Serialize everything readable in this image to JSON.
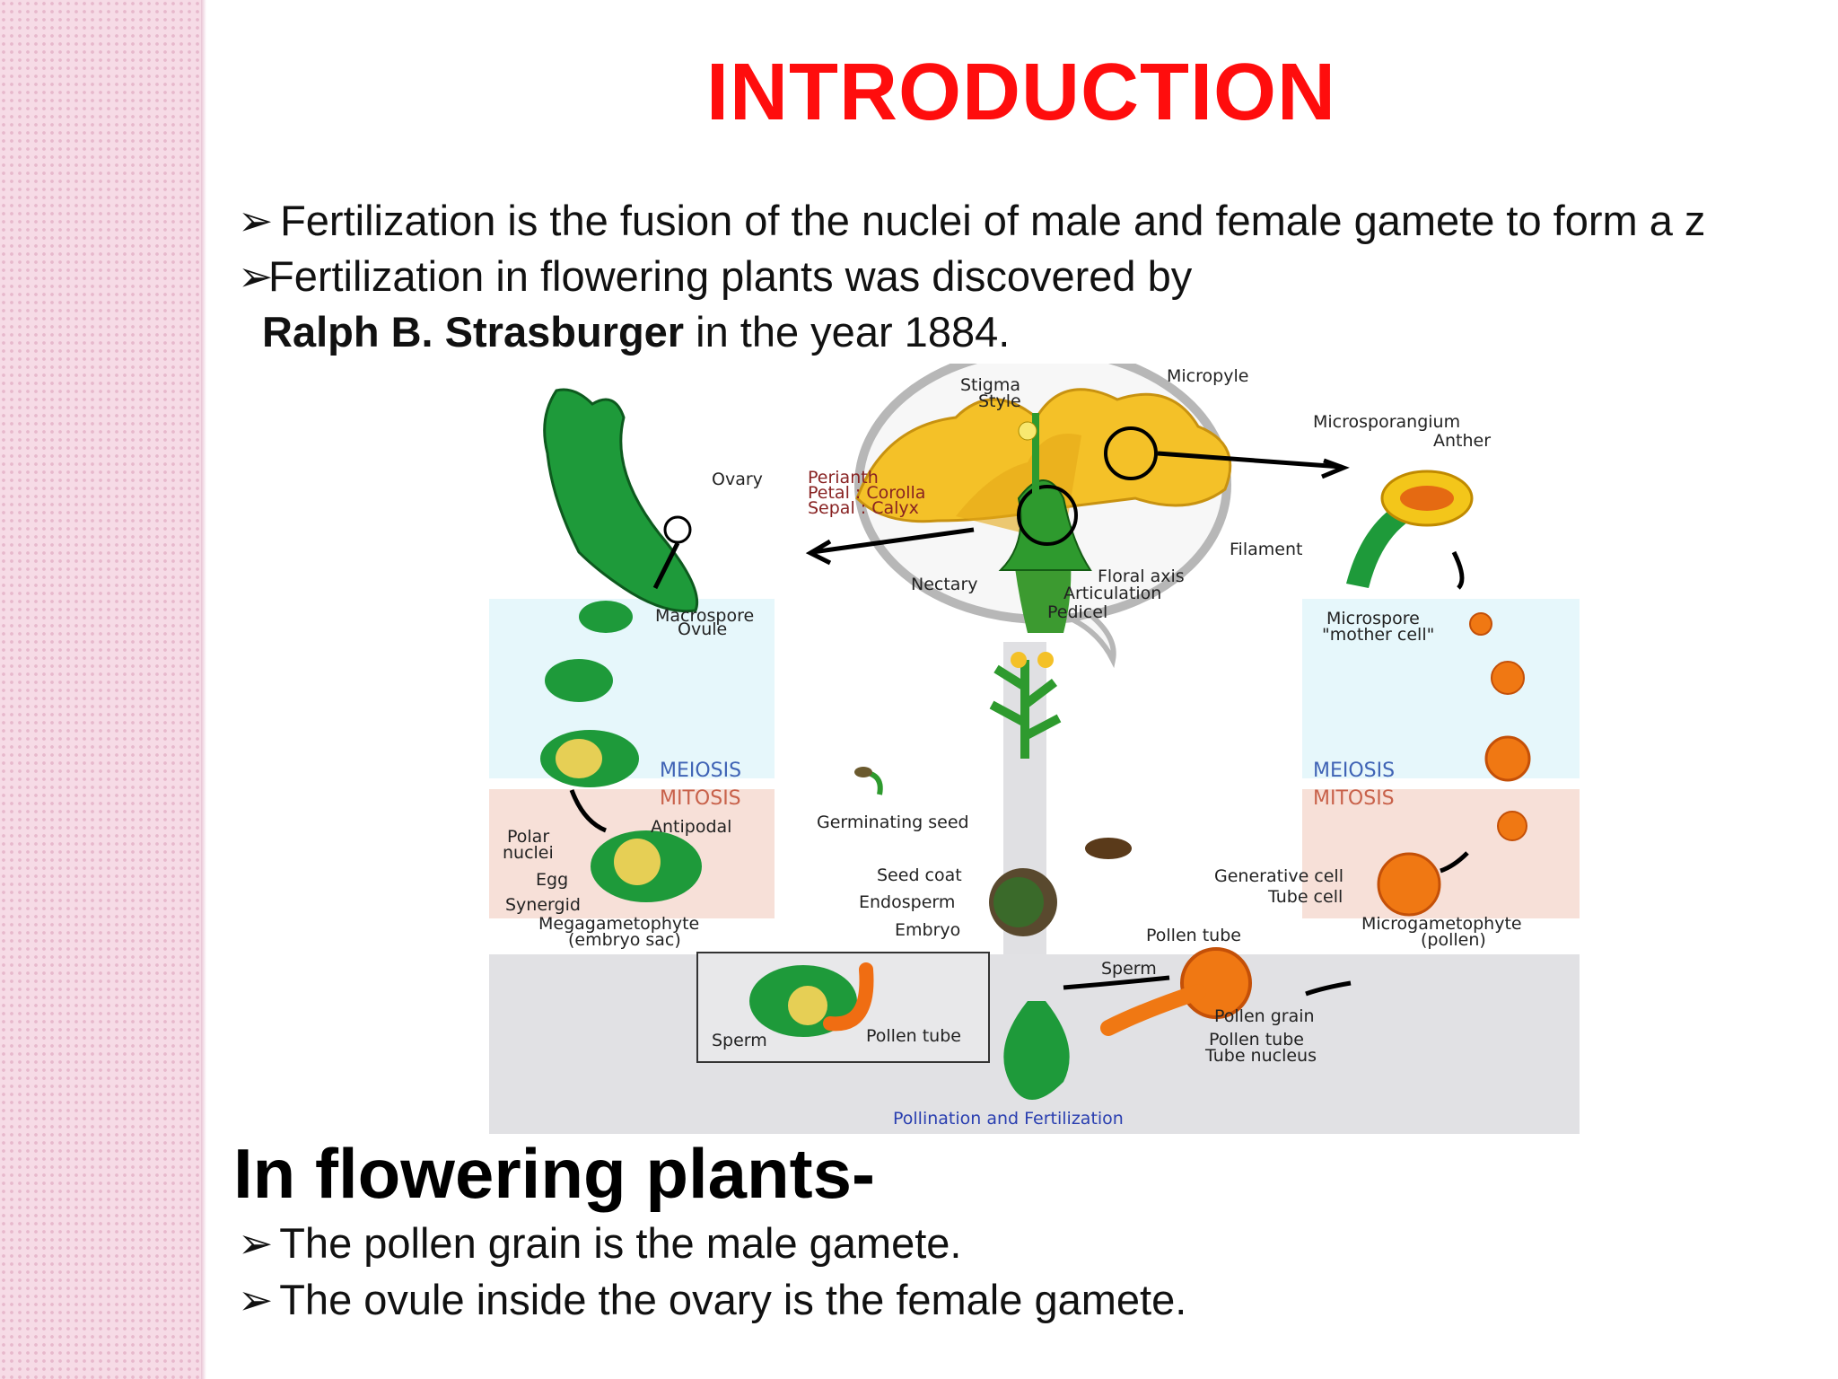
{
  "slide": {
    "title": "INTRODUCTION",
    "bullet_marker": "➢",
    "intro_lines": [
      "Fertilization is the fusion of the nuclei of male and female gamete to form a z",
      "Fertilization in flowering plants was discovered by"
    ],
    "discoverer": "Ralph B. Strasburger",
    "discoverer_suffix": " in the year 1884.",
    "subheading": "In flowering plants-",
    "bottom_bullets": [
      "The pollen grain is the male gamete.",
      "The ovule inside the ovary is the female gamete."
    ]
  },
  "diagram": {
    "labels": {
      "micropyle": "Micropyle",
      "stigma": "Stigma",
      "style": "Style",
      "microsporangium": "Microsporangium",
      "anther": "Anther",
      "ovary": "Ovary",
      "perianth": "Perianth",
      "petal": "Petal : Corolla",
      "sepal": "Sepal : Calyx",
      "filament": "Filament",
      "floral_axis": "Floral axis",
      "articulation": "Articulation",
      "nectary": "Nectary",
      "pedicel": "Pedicel",
      "macrospore": "Macrospore",
      "ovule": "Ovule",
      "microspore": "Microspore",
      "mother_cell": "\"mother cell\"",
      "meiosis_left": "MEIOSIS",
      "mitosis_left": "MITOSIS",
      "meiosis_right": "MEIOSIS",
      "mitosis_right": "MITOSIS",
      "antipodal": "Antipodal",
      "polar": "Polar",
      "nuclei": "nuclei",
      "egg": "Egg",
      "synergid": "Synergid",
      "megagametophyte": "Megagametophyte",
      "embryo_sac": "(embryo sac)",
      "germinating_seed": "Germinating seed",
      "seed_coat": "Seed coat",
      "endosperm": "Endosperm",
      "embryo": "Embryo",
      "generative_cell": "Generative cell",
      "tube_cell": "Tube cell",
      "microgametophyte": "Microgametophyte",
      "pollen": "(pollen)",
      "pollen_tube_top": "Pollen tube",
      "sperm_right": "Sperm",
      "pollen_grain": "Pollen grain",
      "pollen_tube_right": "Pollen tube",
      "tube_nucleus": "Tube nucleus",
      "sperm_box": "Sperm",
      "pollen_tube_box": "Pollen tube",
      "caption": "Pollination and Fertilization"
    }
  }
}
